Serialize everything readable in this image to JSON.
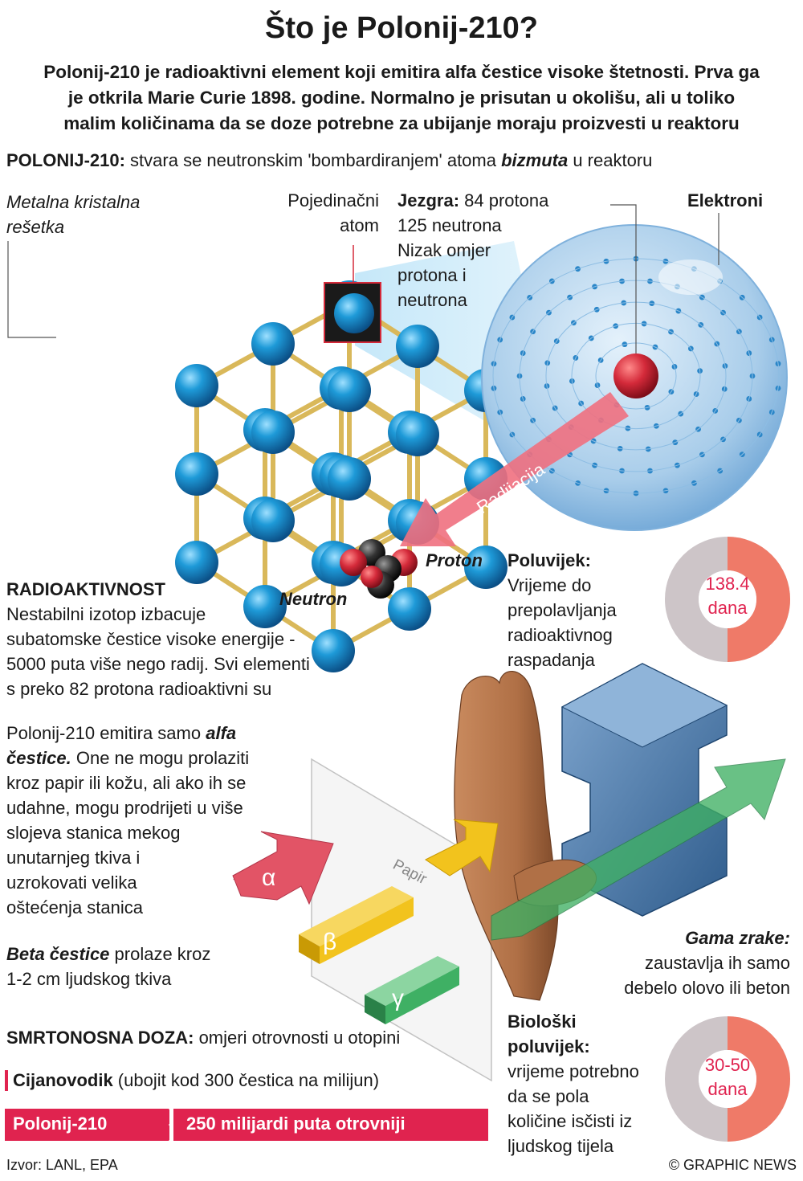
{
  "title": "Što je Polonij-210?",
  "intro": [
    "Polonij-210 je radioaktivni element koji emitira alfa čestice visoke štetnosti. Prva ga",
    "je otkrila Marie Curie 1898. godine. Normalno je prisutan u okolišu, ali u toliko",
    "malim količinama da se doze potrebne za ubijanje moraju proizvesti u reaktoru"
  ],
  "polonij_line": {
    "label": "POLONIJ-210:",
    "text_before": " stvara se neutronskim 'bombardiranjem' atoma ",
    "emphasis": "bizmuta",
    "text_after": " u reaktoru"
  },
  "lattice_label": [
    "Metalna kristalna",
    "rešetka"
  ],
  "single_atom_label": [
    "Pojedinačni",
    "atom"
  ],
  "nucleus": {
    "label": "Jezgra:",
    "lines": [
      " 84 protona",
      "125 neutrona",
      "Nizak omjer",
      "protona i",
      "neutrona"
    ]
  },
  "electrons_label": "Elektroni",
  "radiation_label": "Radijacija",
  "proton_label": "Proton",
  "neutron_label": "Neutron",
  "radioactivity": {
    "heading": "RADIOAKTIVNOST",
    "lines": [
      "Nestabilni izotop izbacuje",
      "subatomske čestice visoke energije -",
      "5000 puta više nego radij. Svi elementi",
      "s preko 82 protona radioaktivni su"
    ]
  },
  "half_life": {
    "heading": "Poluvijek:",
    "lines": [
      "Vrijeme do",
      "prepolavljanja",
      " radioaktivnog",
      "raspadanja"
    ],
    "value_line1": "138.4",
    "value_line2": "dana"
  },
  "alpha_text": {
    "l1": "Polonij-210 emitira samo ",
    "l1_em": "alfa",
    "l2_em": "čestice.",
    "l2": " One ne mogu prolaziti",
    "lines": [
      "kroz papir ili kožu, ali ako ih se",
      "udahne, mogu prodrijeti u više",
      "slojeva stanica mekog",
      "unutarnjeg tkiva i",
      "uzrokovati velika",
      "oštećenja stanica"
    ]
  },
  "beta_text": {
    "em": "Beta čestice",
    "l1": " prolaze kroz",
    "l2": "1-2 cm ljudskog tkiva"
  },
  "paper_label": "Papir",
  "symbols": {
    "alpha": "α",
    "beta": "β",
    "gamma": "γ"
  },
  "gamma_text": {
    "heading": "Gama zrake:",
    "lines": [
      "zaustavlja ih samo",
      "debelo olovo ili beton"
    ]
  },
  "bio_half_life": {
    "heading": [
      "Biološki",
      "poluvijek:"
    ],
    "lines": [
      "vrijeme potrebno",
      "da se pola",
      "količine isčisti iz",
      "ljudskog tijela"
    ],
    "value_line1": "30-50",
    "value_line2": "dana"
  },
  "lethal_dose": {
    "label": "SMRTONOSNA DOZA:",
    "text": " omjeri otrovnosti u otopini",
    "cyanide_bold": "Cijanovodik",
    "cyanide_text": " (ubojit kod 300 čestica na milijun)",
    "polonium_bar": "Polonij-210",
    "polonium_bar_value": "250 milijardi puta otrovniji"
  },
  "source": "Izvor: LANL, EPA",
  "credit": "© GRAPHIC NEWS",
  "colors": {
    "atom_blue": "#1a8fd0",
    "bond_gold": "#d9b85a",
    "proton_red": "#d42a3a",
    "accent_pink": "#e0234f",
    "gauge_salmon": "#ef7a68",
    "gauge_grey": "#cdc5c8",
    "alpha_red": "#e25466",
    "beta_yellow": "#f2c31d",
    "gamma_green": "#3fb064"
  }
}
